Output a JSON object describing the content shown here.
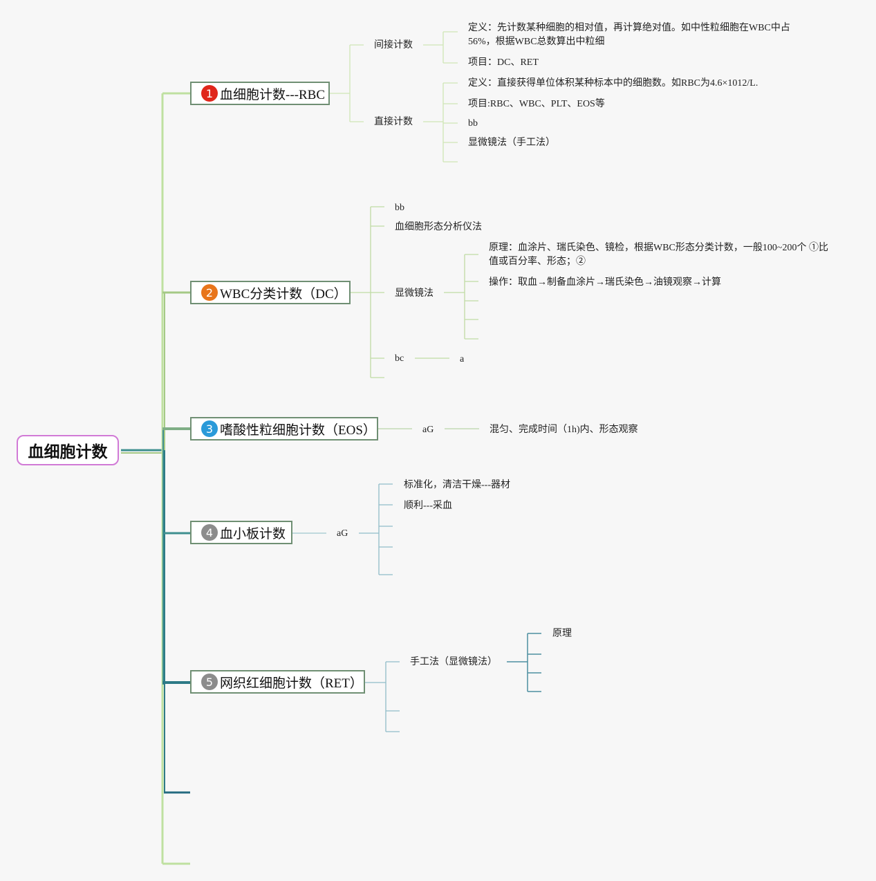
{
  "root": {
    "title": "血细胞计数"
  },
  "colors": {
    "root_border": "#d17ad6",
    "badge_red": "#e0261b",
    "badge_orange": "#e8751b",
    "badge_blue": "#2a9ad9",
    "badge_gray": "#8c8c8c",
    "line_light_green": "#bfe0a0",
    "line_green": "#a5c986",
    "line_teal": "#3f8f8f",
    "line_blue": "#7fb0c5"
  },
  "branches": [
    {
      "num": "1",
      "badge": "badge-red",
      "label": "血细胞计数---RBC",
      "subs": [
        {
          "label": "间接计数",
          "items": [
            "定义：先计数某种细胞的相对值，再计算绝对值。如中性粒细胞在WBC中占56%，根据WBC总数算出中粒细",
            "项目：DC、RET"
          ]
        },
        {
          "label": "直接计数",
          "items": [
            "定义：直接获得单位体积某种标本中的细胞数。如RBC为4.6×1012/L.",
            "项目:RBC、WBC、PLT、EOS等",
            "bb",
            "显微镜法（手工法）"
          ]
        }
      ]
    },
    {
      "num": "2",
      "badge": "badge-orange",
      "label": "WBC分类计数（DC）",
      "subs": [
        {
          "label": "bb"
        },
        {
          "label": "血细胞形态分析仪法"
        },
        {
          "label": "显微镜法",
          "items": [
            "原理：血涂片、瑞氏染色、镜检，根据WBC形态分类计数，一般100~200个 ①比值或百分率、形态；②",
            "操作：取血→制备血涂片→瑞氏染色→油镜观察→计算"
          ]
        },
        {
          "label": "bc",
          "items": [
            "a"
          ]
        }
      ]
    },
    {
      "num": "3",
      "badge": "badge-blue",
      "label": "嗜酸性粒细胞计数（EOS）",
      "subs": [
        {
          "label": "aG",
          "items": [
            "混匀、完成时间（1h)内、形态观察"
          ]
        }
      ]
    },
    {
      "num": "4",
      "badge": "badge-gray",
      "label": "血小板计数",
      "subs": [
        {
          "label": "aG",
          "items": [
            "标准化，清洁干燥---器材",
            "顺利---采血"
          ]
        }
      ]
    },
    {
      "num": "5",
      "badge": "badge-gray",
      "label": "网织红细胞计数（RET）",
      "subs": [
        {
          "label": "手工法（显微镜法）",
          "items": [
            "原理"
          ]
        }
      ]
    }
  ]
}
